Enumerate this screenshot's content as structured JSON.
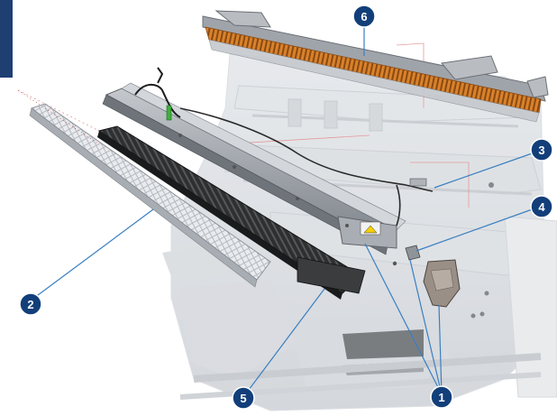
{
  "colors": {
    "callout_fill": "#123f7a",
    "leader_line": "#3a7fc0",
    "ghost_machine": "#c9ccd1",
    "dark_parts": "#2b2b2b",
    "metal_parts": "#9aa0a6",
    "orange_fingers": "#d9822b",
    "side_tab": "#1f3f73"
  },
  "callouts": [
    {
      "id": "1",
      "label": "1"
    },
    {
      "id": "2",
      "label": "2"
    },
    {
      "id": "3",
      "label": "3"
    },
    {
      "id": "4",
      "label": "4"
    },
    {
      "id": "5",
      "label": "5"
    },
    {
      "id": "6",
      "label": "6"
    }
  ]
}
